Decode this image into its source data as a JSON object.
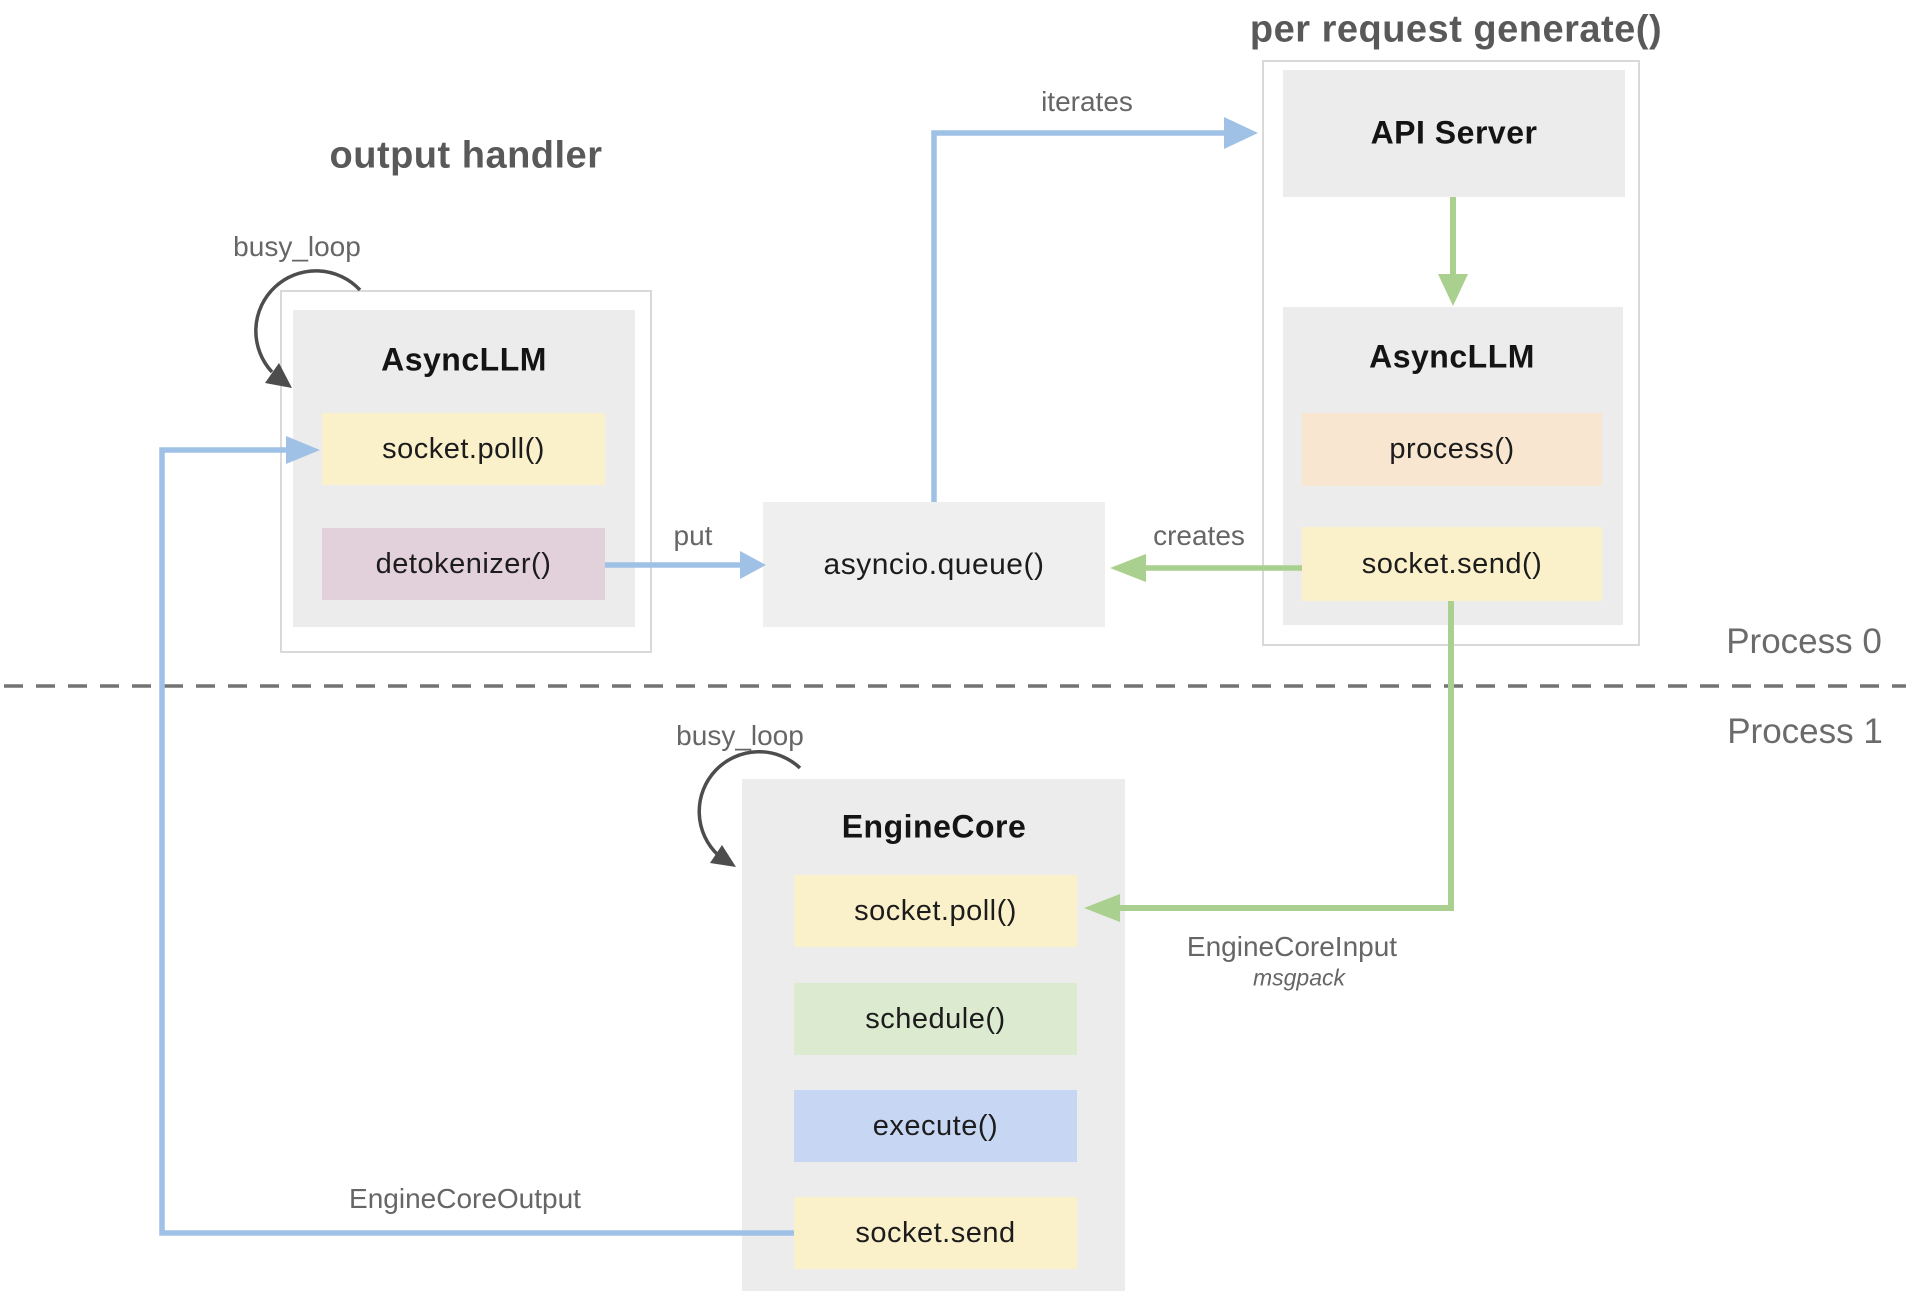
{
  "titles": {
    "output_handler": "output handler",
    "per_request_generate": "per request generate()"
  },
  "process_labels": {
    "process0": "Process 0",
    "process1": "Process 1"
  },
  "arrow_labels": {
    "busy_loop_top": "busy_loop",
    "busy_loop_bottom": "busy_loop",
    "iterates": "iterates",
    "put": "put",
    "creates": "creates",
    "engine_core_input": "EngineCoreInput",
    "engine_core_input_sub": "msgpack",
    "engine_core_output": "EngineCoreOutput"
  },
  "boxes": {
    "async_llm_left": {
      "title": "AsyncLLM",
      "items": [
        {
          "label": "socket.poll()",
          "fill": "#faf1cb"
        },
        {
          "label": "detokenizer()",
          "fill": "#e2d0da"
        }
      ]
    },
    "queue": {
      "label": "asyncio.queue()"
    },
    "api_server": {
      "title": "API Server"
    },
    "async_llm_right": {
      "title": "AsyncLLM",
      "items": [
        {
          "label": "process()",
          "fill": "#f8e6d0"
        },
        {
          "label": "socket.send()",
          "fill": "#faf1cb"
        }
      ]
    },
    "engine_core": {
      "title": "EngineCore",
      "items": [
        {
          "label": "socket.poll()",
          "fill": "#faf1cb"
        },
        {
          "label": "schedule()",
          "fill": "#dcead0"
        },
        {
          "label": "execute()",
          "fill": "#c7d7f3"
        },
        {
          "label": "socket.send",
          "fill": "#faf1cb"
        }
      ]
    }
  },
  "colors": {
    "flow_blue": "#9fc1e6",
    "flow_green": "#a9d08e",
    "loop_arrow": "#4d4d4d",
    "dash_gray": "#737373"
  }
}
